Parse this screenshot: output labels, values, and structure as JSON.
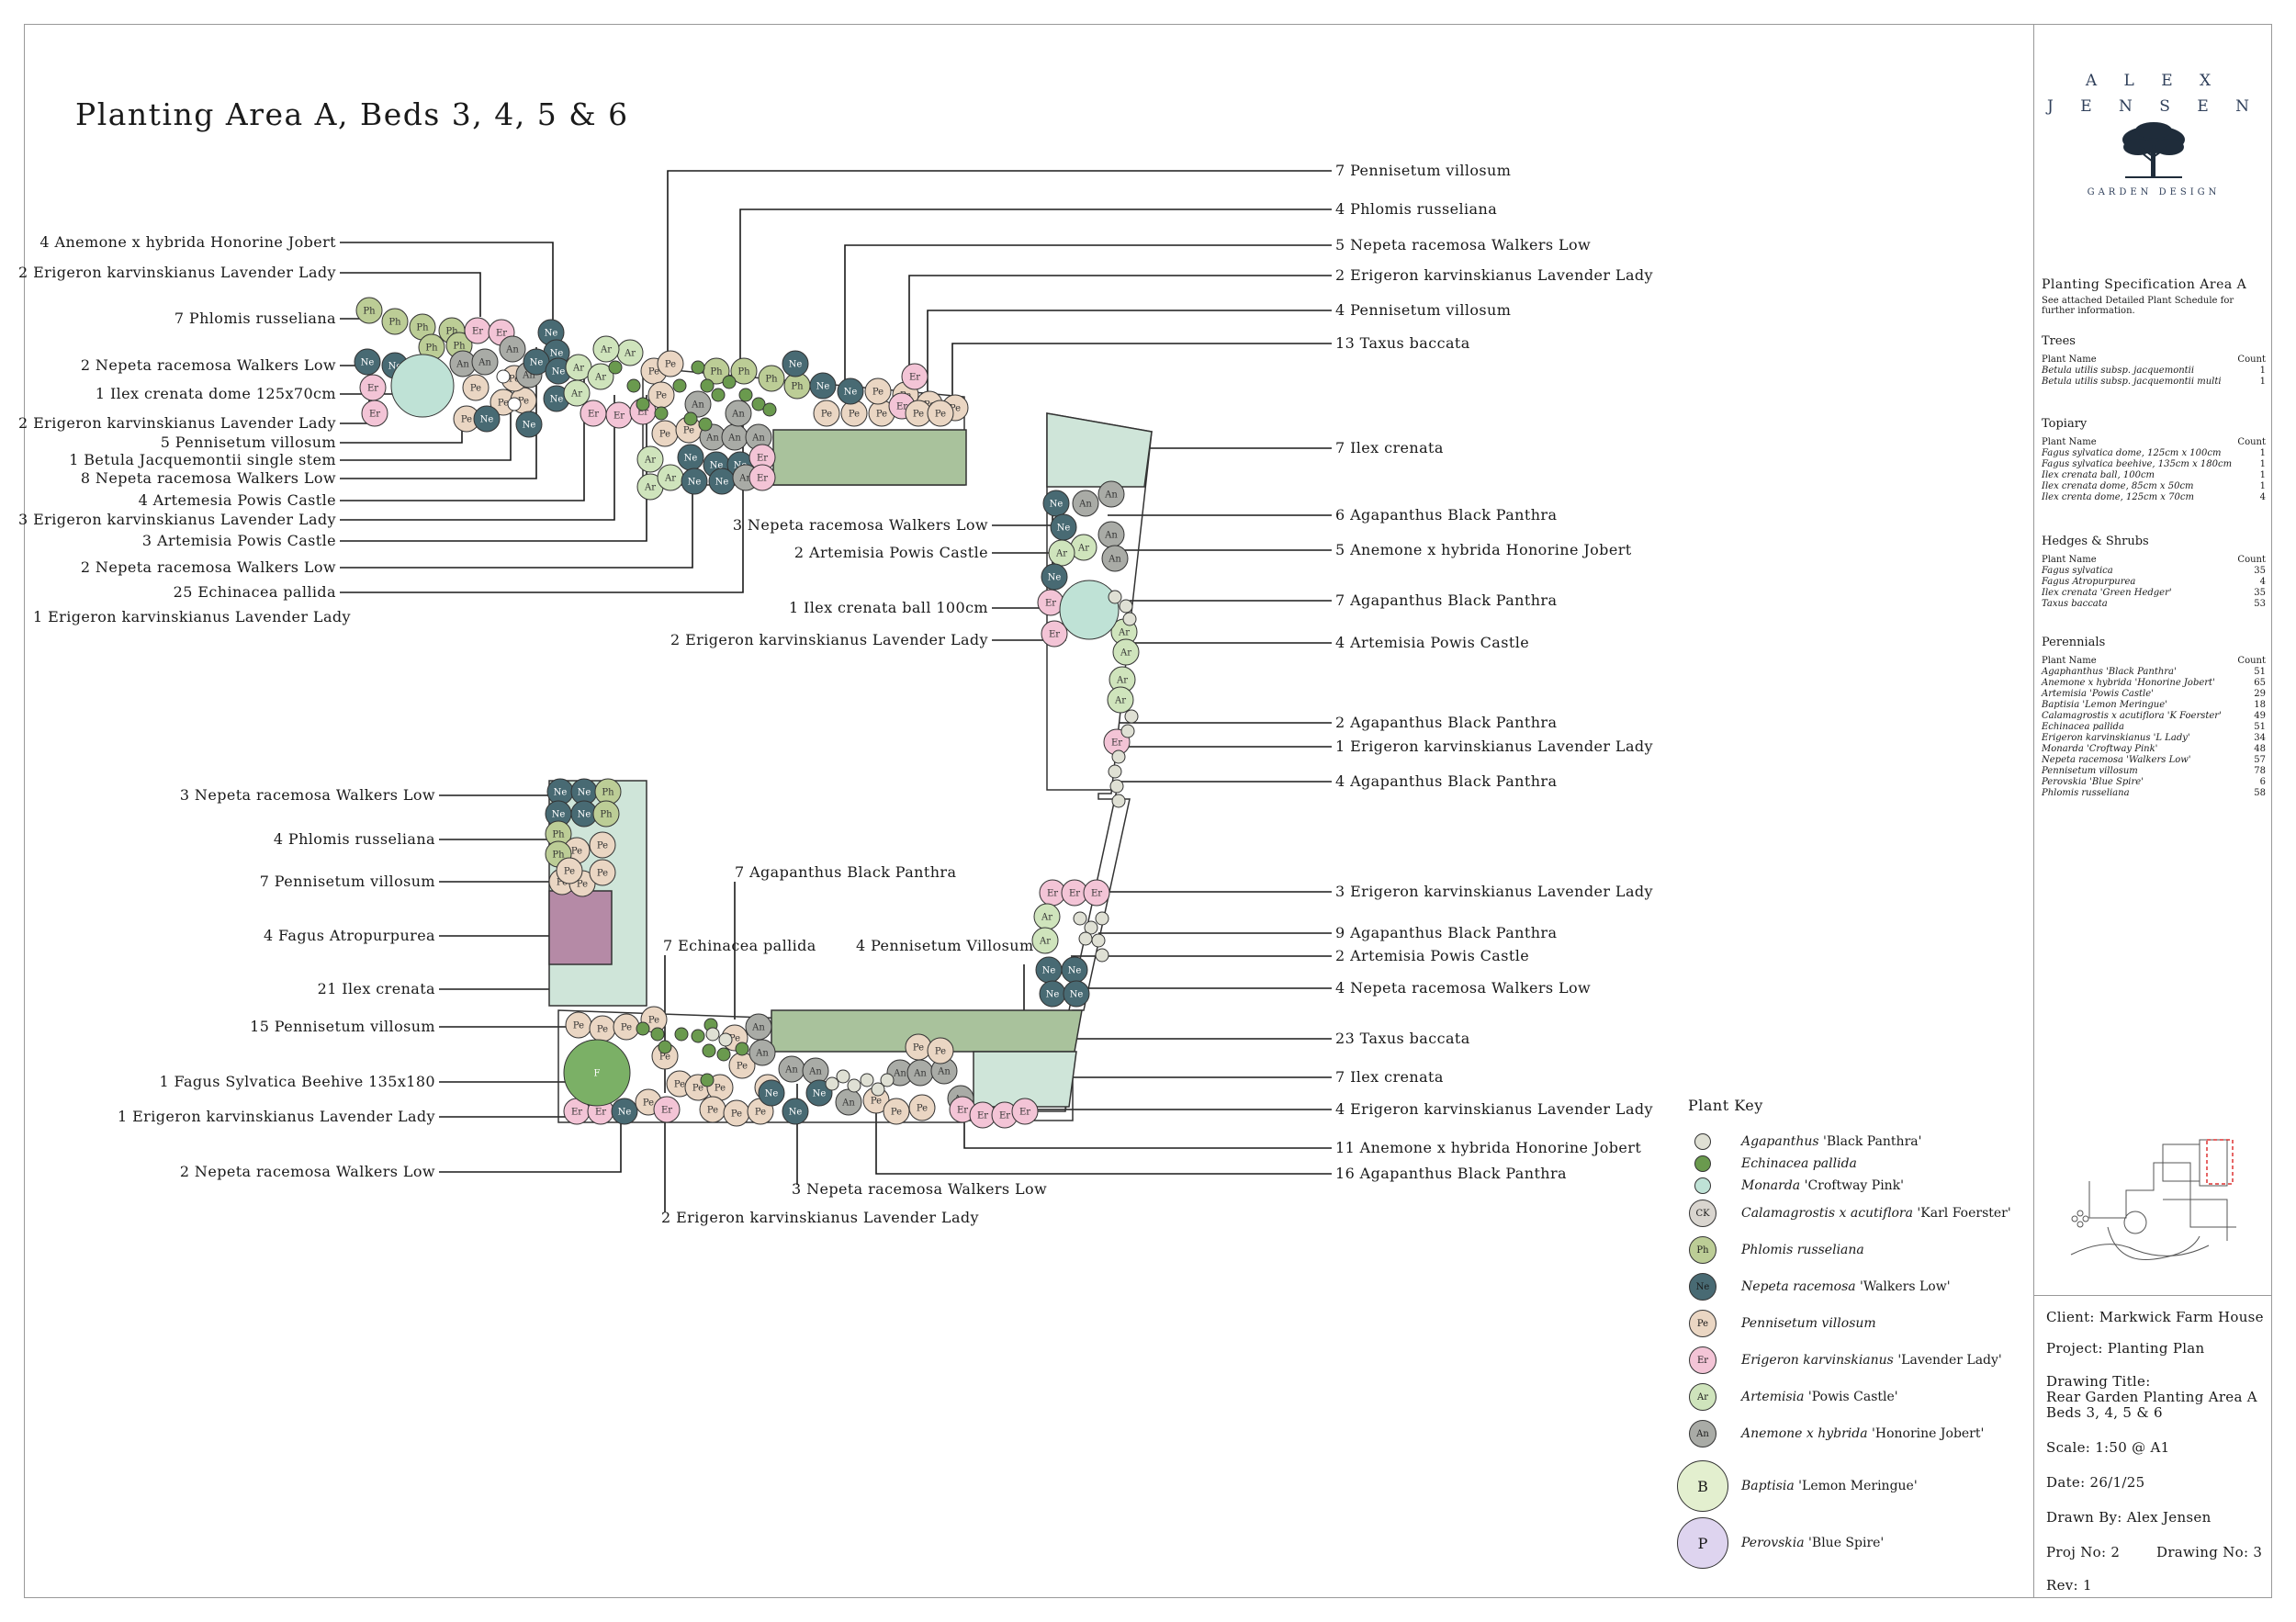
{
  "title": "Planting Area A, Beds 3, 4, 5 & 6",
  "brand": {
    "name1": "A L E X",
    "name2": "J E N S E N",
    "sub": "GARDEN DESIGN"
  },
  "colors": {
    "agapanthus": "#dfe0d4",
    "echinacea": "#6a9a4e",
    "monarda": "#bfe2d6",
    "calamagrostis": "#d9d5cf",
    "phlomis": "#bccd96",
    "nepeta": "#486a73",
    "pennisetum": "#ead6c3",
    "erigeron": "#f3c4d6",
    "artemisia": "#cfe4bc",
    "anemone": "#a9aba6",
    "baptisia": "#e3efcf",
    "perovskia": "#ded4ef",
    "ilex": "#cfe5d9",
    "taxus": "#a9c29c",
    "fagus_atro": "#b58aa6",
    "fagus": "#7bb066"
  },
  "callouts_left": [
    "4 Anemone x hybrida Honorine Jobert",
    "2 Erigeron karvinskianus Lavender Lady",
    "7 Phlomis russeliana",
    "2 Nepeta racemosa Walkers Low",
    "1 Ilex crenata dome 125x70cm",
    "2 Erigeron karvinskianus Lavender Lady",
    "5 Pennisetum villosum",
    "1 Betula Jacquemontii single stem",
    "8 Nepeta racemosa Walkers Low",
    "4 Artemesia Powis Castle",
    "3 Erigeron karvinskianus Lavender Lady",
    "3 Artemisia Powis Castle",
    "2 Nepeta racemosa Walkers Low",
    "25 Echinacea pallida",
    "1 Erigeron karvinskianus Lavender Lady",
    "3 Nepeta racemosa Walkers Low",
    "2 Artemisia Powis Castle",
    "1 Ilex crenata ball 100cm",
    "2 Erigeron karvinskianus Lavender Lady",
    "3 Nepeta racemosa Walkers Low",
    "4 Phlomis russeliana",
    "7 Pennisetum villosum",
    "4 Fagus Atropurpurea",
    "21 Ilex crenata",
    "15 Pennisetum villosum",
    "1 Fagus Sylvatica Beehive 135x180",
    "1 Erigeron karvinskianus Lavender Lady",
    "2 Nepeta racemosa Walkers Low",
    "7 Agapanthus Black Panthra",
    "7 Echinacea pallida",
    "4 Pennisetum Villosum",
    "3 Nepeta racemosa Walkers Low",
    "2 Erigeron karvinskianus Lavender Lady"
  ],
  "callouts_right": [
    "7 Pennisetum villosum",
    "4 Phlomis russeliana",
    "5 Nepeta racemosa Walkers Low",
    "2 Erigeron karvinskianus Lavender Lady",
    "4 Pennisetum villosum",
    "13 Taxus baccata",
    "7 Ilex crenata",
    "6 Agapanthus Black Panthra",
    "5 Anemone x hybrida Honorine Jobert",
    "7 Agapanthus Black Panthra",
    "4 Artemisia Powis Castle",
    "2 Agapanthus Black Panthra",
    "1 Erigeron karvinskianus Lavender Lady",
    "4 Agapanthus Black Panthra",
    "3 Erigeron karvinskianus Lavender Lady",
    "9 Agapanthus Black Panthra",
    "2 Artemisia Powis Castle",
    "4 Nepeta racemosa Walkers Low",
    "23 Taxus baccata",
    "7 Ilex crenata",
    "4 Erigeron karvinskianus Lavender Lady",
    "11 Anemone x hybrida Honorine Jobert",
    "16 Agapanthus Black Panthra"
  ],
  "spec": {
    "title": "Planting Specification  Area A",
    "note": "See attached Detailed Plant Schedule for further information.",
    "col_name": "Plant Name",
    "col_count": "Count",
    "trees_title": "Trees",
    "trees": [
      {
        "name": "Betula utilis subsp. jacquemontii",
        "count": "1"
      },
      {
        "name": "Betula utilis subsp. jacquemontii multi",
        "count": "1"
      }
    ],
    "topiary_title": "Topiary",
    "topiary": [
      {
        "name": "Fagus sylvatica dome, 125cm x 100cm",
        "count": "1"
      },
      {
        "name": "Fagus sylvatica beehive, 135cm x 180cm",
        "count": "1"
      },
      {
        "name": "Ilex crenata ball, 100cm",
        "count": "1"
      },
      {
        "name": "Ilex crenata dome, 85cm x 50cm",
        "count": "1"
      },
      {
        "name": "Ilex crenta dome, 125cm x 70cm",
        "count": "4"
      }
    ],
    "hedges_title": "Hedges & Shrubs",
    "hedges": [
      {
        "name": "Fagus sylvatica",
        "count": "35"
      },
      {
        "name": "Fagus Atropurpurea",
        "count": "4"
      },
      {
        "name": "Ilex crenata 'Green Hedger'",
        "count": "35"
      },
      {
        "name": "Taxus baccata",
        "count": "53"
      }
    ],
    "perennials_title": "Perennials",
    "perennials": [
      {
        "name": "Agaphanthus 'Black Panthra'",
        "count": "51"
      },
      {
        "name": "Anemone x hybrida 'Honorine Jobert'",
        "count": "65"
      },
      {
        "name": "Artemisia 'Powis Castle'",
        "count": "29"
      },
      {
        "name": "Baptisia 'Lemon Meringue'",
        "count": "18"
      },
      {
        "name": "Calamagrostis x acutiflora 'K Foerster'",
        "count": "49"
      },
      {
        "name": "Echinacea pallida",
        "count": "51"
      },
      {
        "name": "Erigeron karvinskianus 'L Lady'",
        "count": "34"
      },
      {
        "name": "Monarda 'Croftway Pink'",
        "count": "48"
      },
      {
        "name": "Nepeta racemosa 'Walkers Low'",
        "count": "57"
      },
      {
        "name": "Pennisetum villosum",
        "count": "78"
      },
      {
        "name": "Perovskia 'Blue Spire'",
        "count": "6"
      },
      {
        "name": "Phlomis russeliana",
        "count": "58"
      }
    ]
  },
  "key": {
    "title": "Plant Key",
    "items": [
      {
        "sym": "",
        "color": "#dfe0d4",
        "label": "Agapanthus",
        "cultivar": "'Black Panthra'"
      },
      {
        "sym": "",
        "color": "#6a9a4e",
        "label": "Echinacea pallida",
        "cultivar": ""
      },
      {
        "sym": "",
        "color": "#bfe2d6",
        "label": "Monarda",
        "cultivar": "'Croftway Pink'"
      },
      {
        "sym": "CK",
        "color": "#d9d5cf",
        "label": "Calamagrostis x acutiflora",
        "cultivar": "'Karl Foerster'"
      },
      {
        "sym": "Ph",
        "color": "#bccd96",
        "label": "Phlomis russeliana",
        "cultivar": ""
      },
      {
        "sym": "Ne",
        "color": "#486a73",
        "label": "Nepeta racemosa",
        "cultivar": "'Walkers Low'"
      },
      {
        "sym": "Pe",
        "color": "#ead6c3",
        "label": "Pennisetum villosum",
        "cultivar": ""
      },
      {
        "sym": "Er",
        "color": "#f3c4d6",
        "label": "Erigeron karvinskianus",
        "cultivar": "'Lavender Lady'"
      },
      {
        "sym": "Ar",
        "color": "#cfe4bc",
        "label": "Artemisia",
        "cultivar": "'Powis Castle'"
      },
      {
        "sym": "An",
        "color": "#a9aba6",
        "label": "Anemone x hybrida",
        "cultivar": "'Honorine Jobert'"
      },
      {
        "sym": "B",
        "color": "#e3efcf",
        "label": "Baptisia",
        "cultivar": "'Lemon Meringue'"
      },
      {
        "sym": "P",
        "color": "#ded4ef",
        "label": "Perovskia",
        "cultivar": "'Blue Spire'"
      }
    ]
  },
  "titleblock": {
    "client": "Client: Markwick Farm House",
    "project": "Project: Planting Plan",
    "drawing_title_label": "Drawing Title:",
    "drawing_title_1": "Rear Garden Planting Area A",
    "drawing_title_2": "Beds 3, 4, 5 & 6",
    "scale": "Scale: 1:50 @ A1",
    "date": "Date:  26/1/25",
    "drawn_by": "Drawn By: Alex Jensen",
    "proj_no": "Proj No: 2",
    "drawing_no": "Drawing No: 3",
    "rev": "Rev: 1"
  }
}
